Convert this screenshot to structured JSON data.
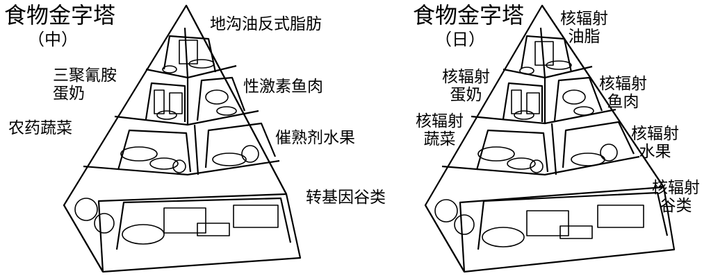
{
  "left": {
    "title": "食物金字塔",
    "subtitle": "（中）",
    "labels": {
      "top": "地沟油反式脂肪",
      "dairy": "三聚氰胺蛋奶",
      "meat": "性激素鱼肉",
      "veg": "农药蔬菜",
      "fruit": "催熟剂水果",
      "grain": "转基因谷类"
    }
  },
  "right": {
    "title": "食物金字塔",
    "subtitle": "（日）",
    "labels": {
      "top": [
        "核辐射",
        "油脂"
      ],
      "dairy": [
        "核辐射",
        "蛋奶"
      ],
      "meat": [
        "核辐射",
        "鱼肉"
      ],
      "veg": [
        "核辐射",
        "蔬菜"
      ],
      "fruit": [
        "核辐射",
        "水果"
      ],
      "grain": [
        "核辐射",
        "谷类"
      ]
    }
  },
  "colors": {
    "ink": "#000000",
    "paper": "#ffffff"
  }
}
